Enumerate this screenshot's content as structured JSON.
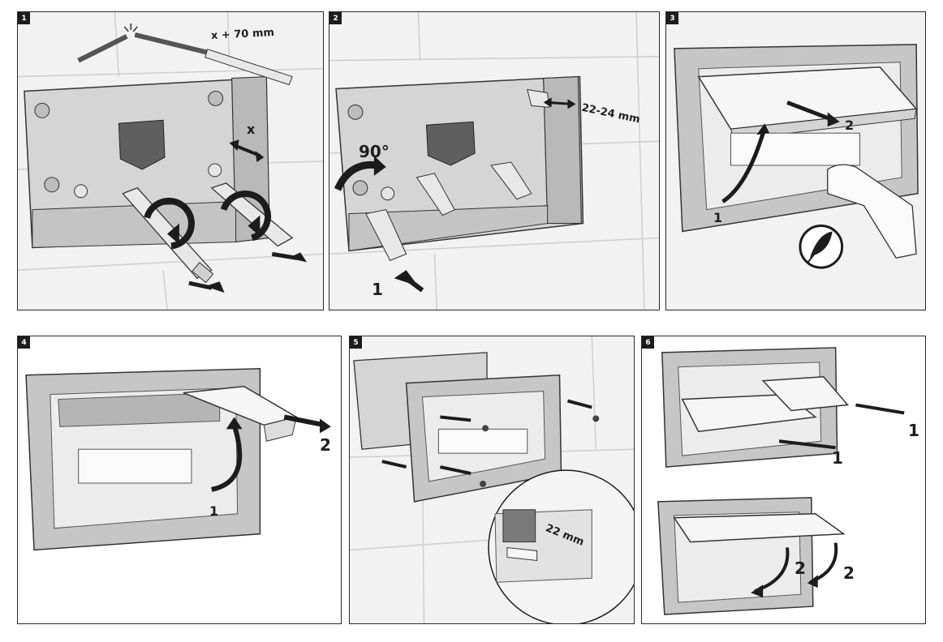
{
  "panels": [
    {
      "step": "1",
      "labels": {
        "length": "x + 70 mm",
        "x": "x"
      }
    },
    {
      "step": "2",
      "labels": {
        "angle": "90°",
        "depth": "22-24 mm",
        "one": "1"
      }
    },
    {
      "step": "3",
      "labels": {
        "one": "1",
        "two": "2"
      }
    },
    {
      "step": "4",
      "labels": {
        "one": "1",
        "two": "2"
      }
    },
    {
      "step": "5",
      "labels": {
        "depth": "22 mm"
      }
    },
    {
      "step": "6",
      "labels": {
        "one_a": "1",
        "one_b": "1",
        "two_a": "2",
        "two_b": "2"
      }
    }
  ],
  "icons": {
    "feather": "feather-icon"
  },
  "colors": {
    "tile": "#f2f2f2",
    "grout": "#c9c9c9",
    "plate": "#d9d9d9",
    "frame": "#c6c6c6",
    "ink": "#1e1e1e"
  }
}
